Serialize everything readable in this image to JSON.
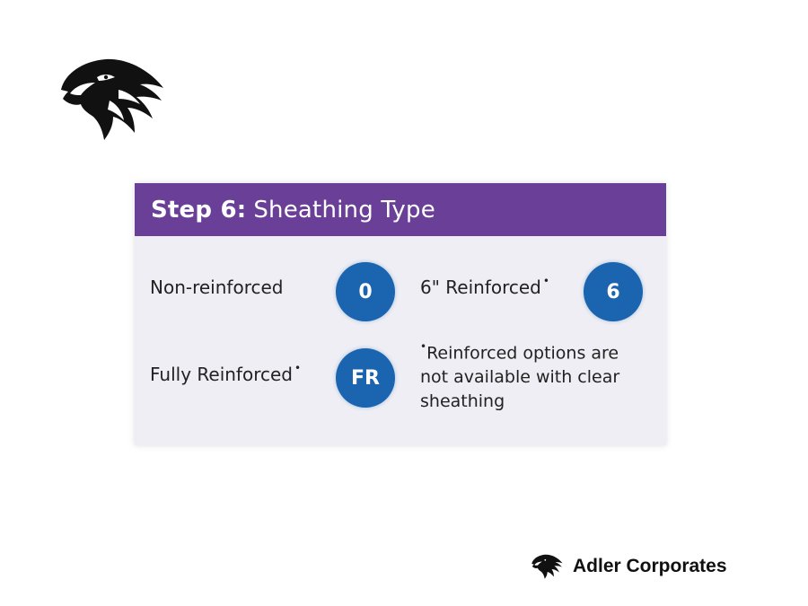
{
  "logo": {
    "icon": "eagle-head-icon"
  },
  "card": {
    "title_bold": "Step 6:",
    "title": "Sheathing Type",
    "header_color": "#6a3f98",
    "badge_color": "#1a64b0",
    "options": [
      {
        "label": "Non-reinforced",
        "marker": "",
        "code": "0"
      },
      {
        "label": "6\" Reinforced",
        "marker": "•",
        "code": "6"
      },
      {
        "label": "Fully Reinforced",
        "marker": "•",
        "code": "FR"
      }
    ],
    "note_marker": "•",
    "note": "Reinforced options are not available with clear sheathing"
  },
  "brand": {
    "icon": "eagle-head-icon",
    "name": "Adler Corporates"
  }
}
